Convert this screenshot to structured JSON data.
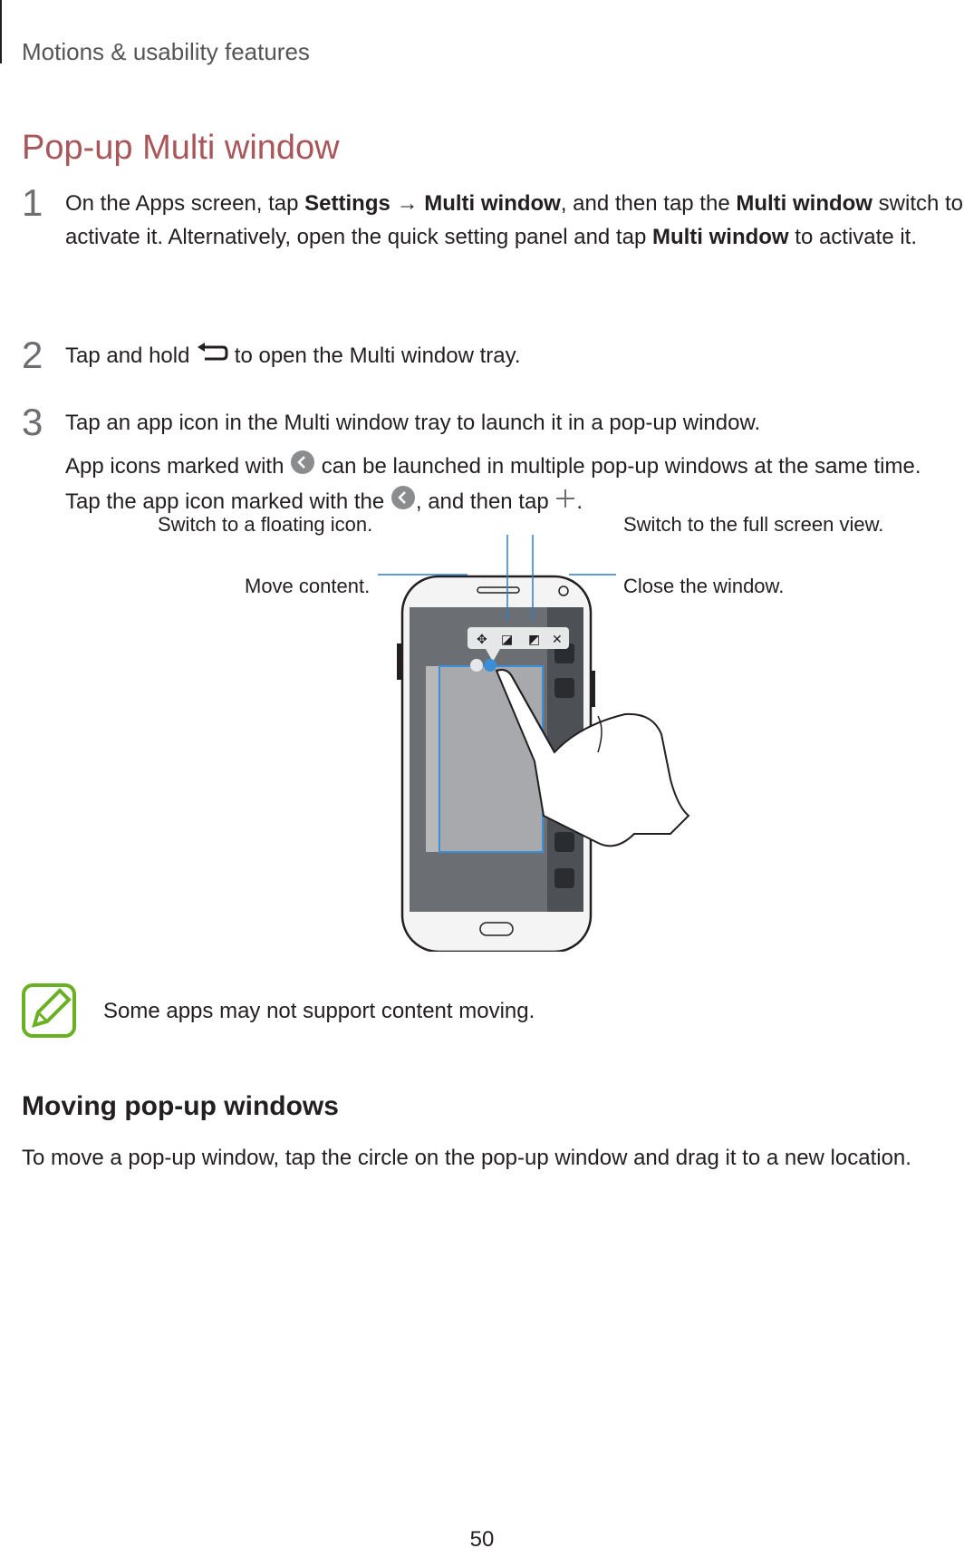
{
  "header": {
    "section": "Motions & usability features"
  },
  "title": "Pop-up Multi window",
  "steps": [
    {
      "number": "1",
      "parts": {
        "a": "On the Apps screen, tap ",
        "b": "Settings",
        "c": " → ",
        "d": "Multi window",
        "e": ", and then tap the ",
        "f": "Multi window",
        "g": " switch to activate it. Alternatively, open the quick setting panel and tap ",
        "h": "Multi window",
        "i": " to activate it."
      }
    },
    {
      "number": "2",
      "parts": {
        "a": "Tap and hold ",
        "b": " to open the Multi window tray."
      }
    },
    {
      "number": "3",
      "parts": {
        "a": "Tap an app icon in the Multi window tray to launch it in a pop-up window."
      }
    }
  ],
  "step3_detail": {
    "a": "App icons marked with ",
    "b": " can be launched in multiple pop-up windows at the same time. Tap the app icon marked with the ",
    "c": ", and then tap ",
    "d": "."
  },
  "figure": {
    "callouts": {
      "floating": "Switch to a floating icon.",
      "fullscreen": "Switch to the full screen view.",
      "move": "Move content.",
      "close": "Close the window."
    }
  },
  "note": {
    "text": "Some apps may not support content moving."
  },
  "section2": {
    "heading": "Moving pop-up windows",
    "body": "To move a pop-up window, tap the circle on the pop-up window and drag it to a new location."
  },
  "page_number": "50",
  "colors": {
    "title": "#a8565a",
    "note_icon": "#6ab023",
    "callout_line": "#2e7dc7",
    "window_border": "#3b8fd6"
  },
  "icons": {
    "back": "back-arrow-icon",
    "multi_badge": "chevron-left-badge-icon",
    "plus": "plus-icon",
    "note": "note-pencil-icon"
  }
}
